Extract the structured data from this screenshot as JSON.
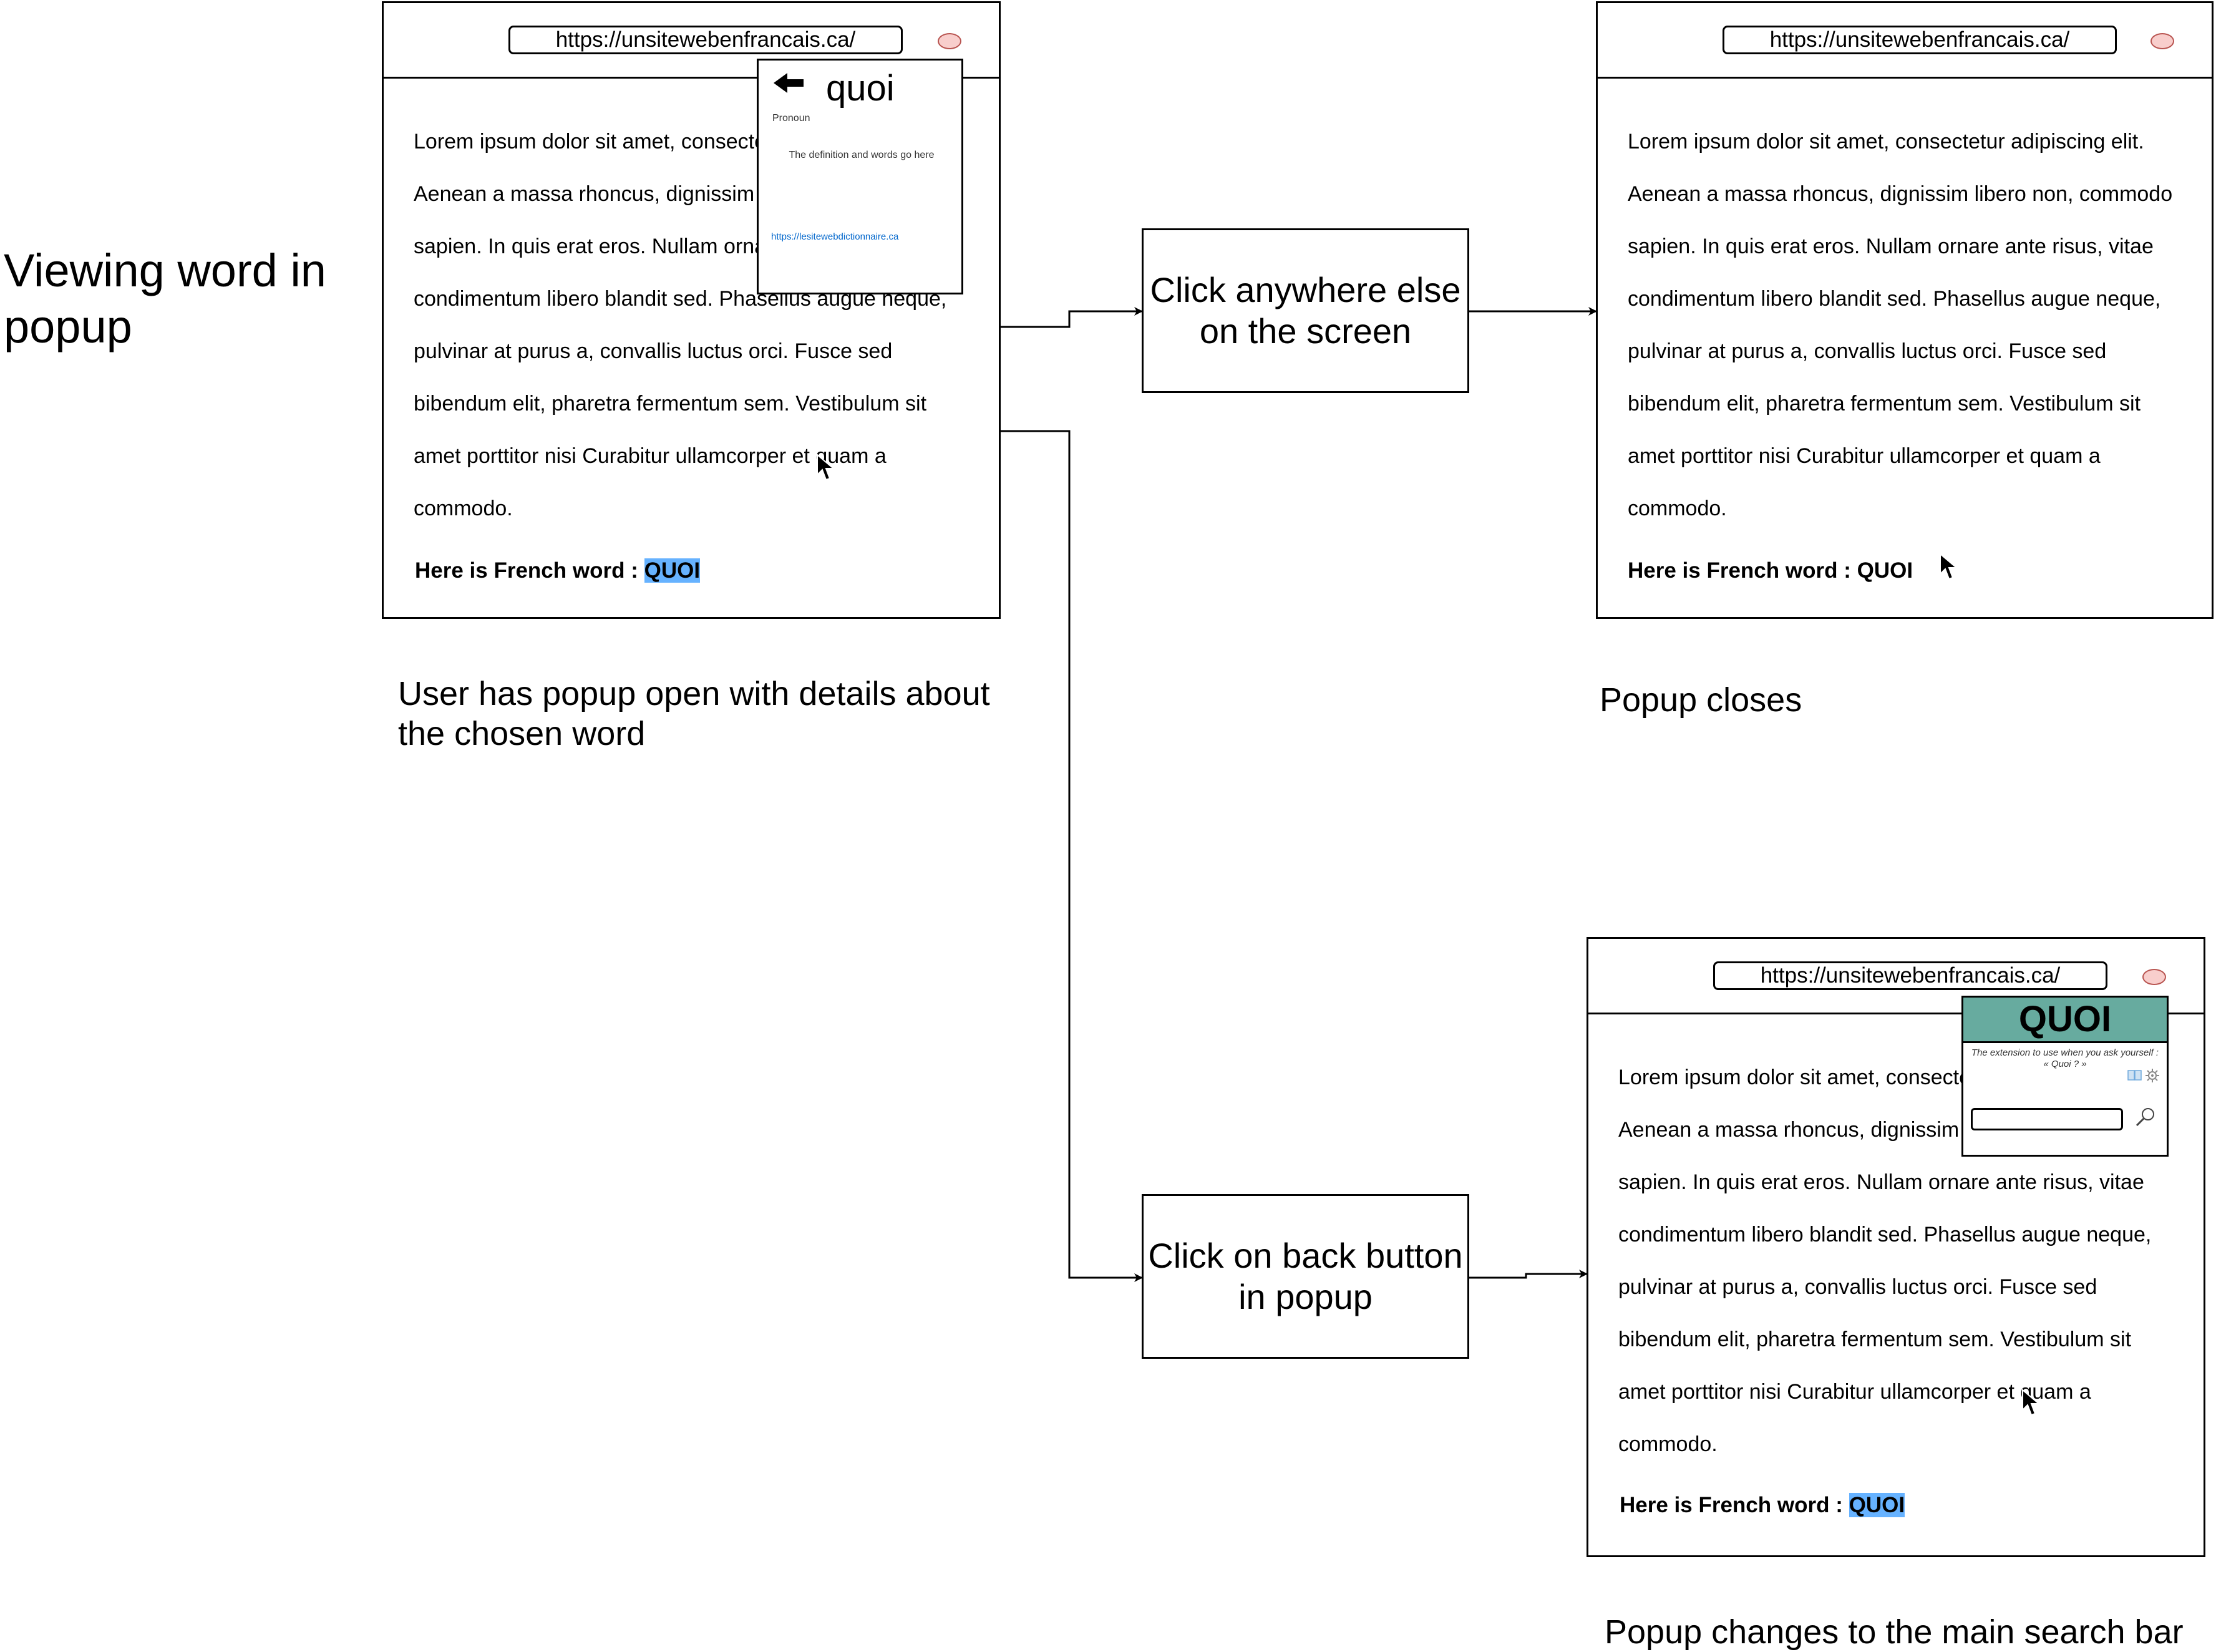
{
  "title": "Viewing word in popup",
  "url": "https://unsitewebenfrancais.ca/",
  "lorem_lines": [
    "Lorem ipsum dolor sit amet, consectetur adipiscing elit.",
    "Aenean a massa rhoncus, dignissim libero non, commodo",
    "sapien. In quis erat eros. Nullam ornare ante risus, vitae",
    "condimentum libero blandit sed. Phasellus augue neque,",
    "pulvinar at purus a, convallis luctus orci. Fusce sed",
    "bibendum elit, pharetra fermentum sem. Vestibulum sit",
    "amet porttitor nisi Curabitur ullamcorper et quam a",
    "commodo."
  ],
  "french_label": "Here is French word : ",
  "french_word": "QUOI",
  "captions": {
    "left": "User has popup open with details about the chosen word",
    "top_right": "Popup closes",
    "bottom_right": "Popup changes to the main search bar"
  },
  "boxes": {
    "click_elsewhere": "Click anywhere else on the screen",
    "click_back": "Click on back button in popup"
  },
  "word_popup": {
    "word": "quoi",
    "part_of_speech": "Pronoun",
    "definition": "The definition and words go here",
    "link": "https://lesitewebdictionnaire.ca"
  },
  "search_popup": {
    "brand": "QUOI",
    "tagline": "The extension to use when you ask yourself : « Quoi ? »",
    "search_value": ""
  },
  "colors": {
    "highlight": "#66b2ff",
    "brand_header": "#67ab9f",
    "close_dot_fill": "#f8cecc",
    "close_dot_stroke": "#b85450",
    "link": "#0066cc"
  }
}
